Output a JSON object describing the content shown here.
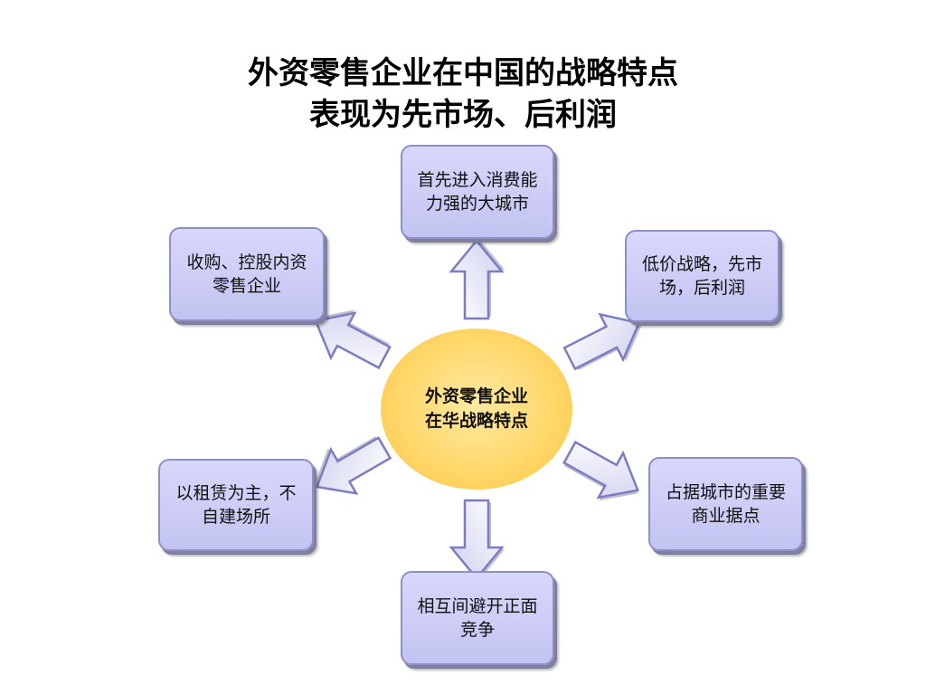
{
  "title": {
    "line1": "外资零售企业在中国的战略特点",
    "line2": "表现为先市场、后利润"
  },
  "center": {
    "line1": "外资零售企业",
    "line2": "在华战略特点"
  },
  "nodes": {
    "top": {
      "line1": "首先进入消费能",
      "line2": "力强的大城市"
    },
    "top_right": {
      "line1": "低价战略，先市",
      "line2": "场，后利润"
    },
    "bottom_right": {
      "line1": "占据城市的重要",
      "line2": "商业据点"
    },
    "bottom": {
      "line1": "相互间避开正面",
      "line2": "竞争"
    },
    "bottom_left": {
      "line1": "以租赁为主，不",
      "line2": "自建场所"
    },
    "top_left": {
      "line1": "收购、控股内资",
      "line2": "零售企业"
    }
  },
  "colors": {
    "box_fill": "#c8c8f4",
    "box_border": "#8e8ec8",
    "center_fill": "#ffd86c",
    "arrow_fill": "#e8e8f8",
    "arrow_stroke": "#7c7cc0"
  }
}
